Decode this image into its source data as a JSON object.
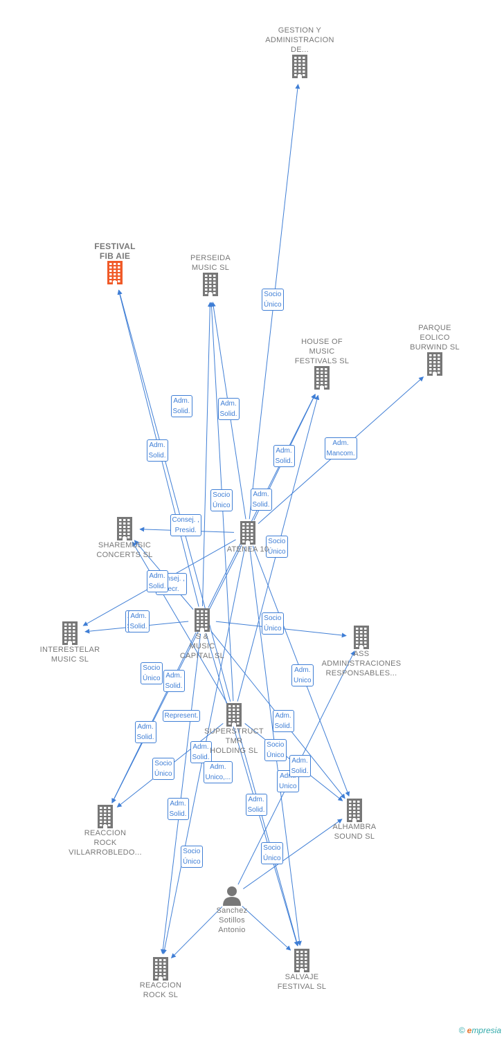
{
  "nodes": [
    {
      "id": "gestion",
      "label": "GESTION Y\nADMINISTRACION\nDE...",
      "type": "company"
    },
    {
      "id": "festival",
      "label": "FESTIVAL\nFIB AIE",
      "type": "company",
      "highlight": true
    },
    {
      "id": "perseida",
      "label": "PERSEIDA\nMUSIC  SL",
      "type": "company"
    },
    {
      "id": "parque",
      "label": "PARQUE\nEOLICO\nBURWIND  SL",
      "type": "company"
    },
    {
      "id": "house",
      "label": "HOUSE OF\nMUSIC\nFESTIVALS  SL",
      "type": "company"
    },
    {
      "id": "sharemusic",
      "label": "SHAREMUSIC\nCONCERTS  SL",
      "type": "company"
    },
    {
      "id": "atenea",
      "label": "ATENEA 10",
      "type": "company"
    },
    {
      "id": "interestelar",
      "label": "INTERESTELAR\nMUSIC  SL",
      "type": "company"
    },
    {
      "id": "smusic",
      "label": "S &\nMUSIC\nCAPITAL SL",
      "type": "company"
    },
    {
      "id": "ass",
      "label": "ASS\nADMINISTRACIONES\nRESPONSABLES...",
      "type": "company"
    },
    {
      "id": "superstruct",
      "label": "SUPERSTRUCT\nTMR\nHOLDING  SL",
      "type": "company"
    },
    {
      "id": "villarrobledo",
      "label": "REACCION\nROCK\nVILLARROBLEDO...",
      "type": "company"
    },
    {
      "id": "alhambra",
      "label": "ALHAMBRA\nSOUND  SL",
      "type": "company"
    },
    {
      "id": "sanchez",
      "label": "Sanchez\nSotillos\nAntonio",
      "type": "person"
    },
    {
      "id": "reaccion",
      "label": "REACCION\nROCK SL",
      "type": "company"
    },
    {
      "id": "salvaje",
      "label": "SALVAJE\nFESTIVAL  SL",
      "type": "company"
    }
  ],
  "edges": [
    {
      "from": "atenea",
      "to": "gestion",
      "label": "Socio\nÚnico"
    },
    {
      "from": "smusic",
      "to": "festival",
      "label": "Adm.\nSolid."
    },
    {
      "from": "superstruct",
      "to": "festival",
      "label": "Adm.\nSolid."
    },
    {
      "from": "smusic",
      "to": "perseida",
      "label": "Adm.\nSolid."
    },
    {
      "from": "atenea",
      "to": "perseida",
      "label": "Adm.\nSolid."
    },
    {
      "from": "superstruct",
      "to": "perseida",
      "label": "Socio\nÚnico"
    },
    {
      "from": "atenea",
      "to": "parque",
      "label": "Adm.\nMancom."
    },
    {
      "from": "atenea",
      "to": "house",
      "label": "Adm.\nSolid."
    },
    {
      "from": "smusic",
      "to": "house",
      "label": "Adm.\nSolid."
    },
    {
      "from": "superstruct",
      "to": "house",
      "label": "Socio\nÚnico"
    },
    {
      "from": "atenea",
      "to": "sharemusic",
      "label": "Consej. ,\nPresid."
    },
    {
      "from": "smusic",
      "to": "sharemusic",
      "label": "Consej. ,\nSecr."
    },
    {
      "from": "superstruct",
      "to": "sharemusic",
      "label": "Adm.\nSolid."
    },
    {
      "from": "atenea",
      "to": "interestelar",
      "label": "Adm.\nSolid."
    },
    {
      "from": "smusic",
      "to": "interestelar",
      "label": "Socio\nÚnico"
    },
    {
      "from": "smusic",
      "to": "ass",
      "label": "Socio\nÚnico"
    },
    {
      "from": "atenea",
      "to": "alhambra",
      "label": "Adm.\nUnico"
    },
    {
      "from": "smusic",
      "to": "alhambra",
      "label": "Adm.\nSolid."
    },
    {
      "from": "superstruct",
      "to": "alhambra",
      "label": "Socio\nÚnico"
    },
    {
      "from": "sanchez",
      "to": "alhambra",
      "label": "Adm.\nUnico"
    },
    {
      "from": "atenea",
      "to": "villarrobledo",
      "label": "Adm.\nSolid."
    },
    {
      "from": "smusic",
      "to": "villarrobledo",
      "label": "Represent."
    },
    {
      "from": "superstruct",
      "to": "villarrobledo",
      "label": "Socio\nÚnico"
    },
    {
      "from": "sanchez",
      "to": "ass",
      "label": "Adm.\nSolid."
    },
    {
      "from": "atenea",
      "to": "reaccion",
      "label": "Adm.\nSolid."
    },
    {
      "from": "smusic",
      "to": "reaccion",
      "label": "Adm.\nSolid."
    },
    {
      "from": "sanchez",
      "to": "reaccion",
      "label": "Socio\nÚnico"
    },
    {
      "from": "atenea",
      "to": "salvaje",
      "label": "Adm.\nSolid."
    },
    {
      "from": "smusic",
      "to": "salvaje",
      "label": "Adm.\nUnico,..."
    },
    {
      "from": "sanchez",
      "to": "salvaje",
      "label": "Adm.\nSolid."
    },
    {
      "from": "superstruct",
      "to": "salvaje",
      "label": "Socio\nÚnico"
    }
  ],
  "colors": {
    "edge": "#3f7ed5",
    "building": "#777777",
    "highlight": "#f05a28"
  },
  "footer": {
    "copyright": "©",
    "brand_initial": "e",
    "brand_rest": "mpresia"
  }
}
